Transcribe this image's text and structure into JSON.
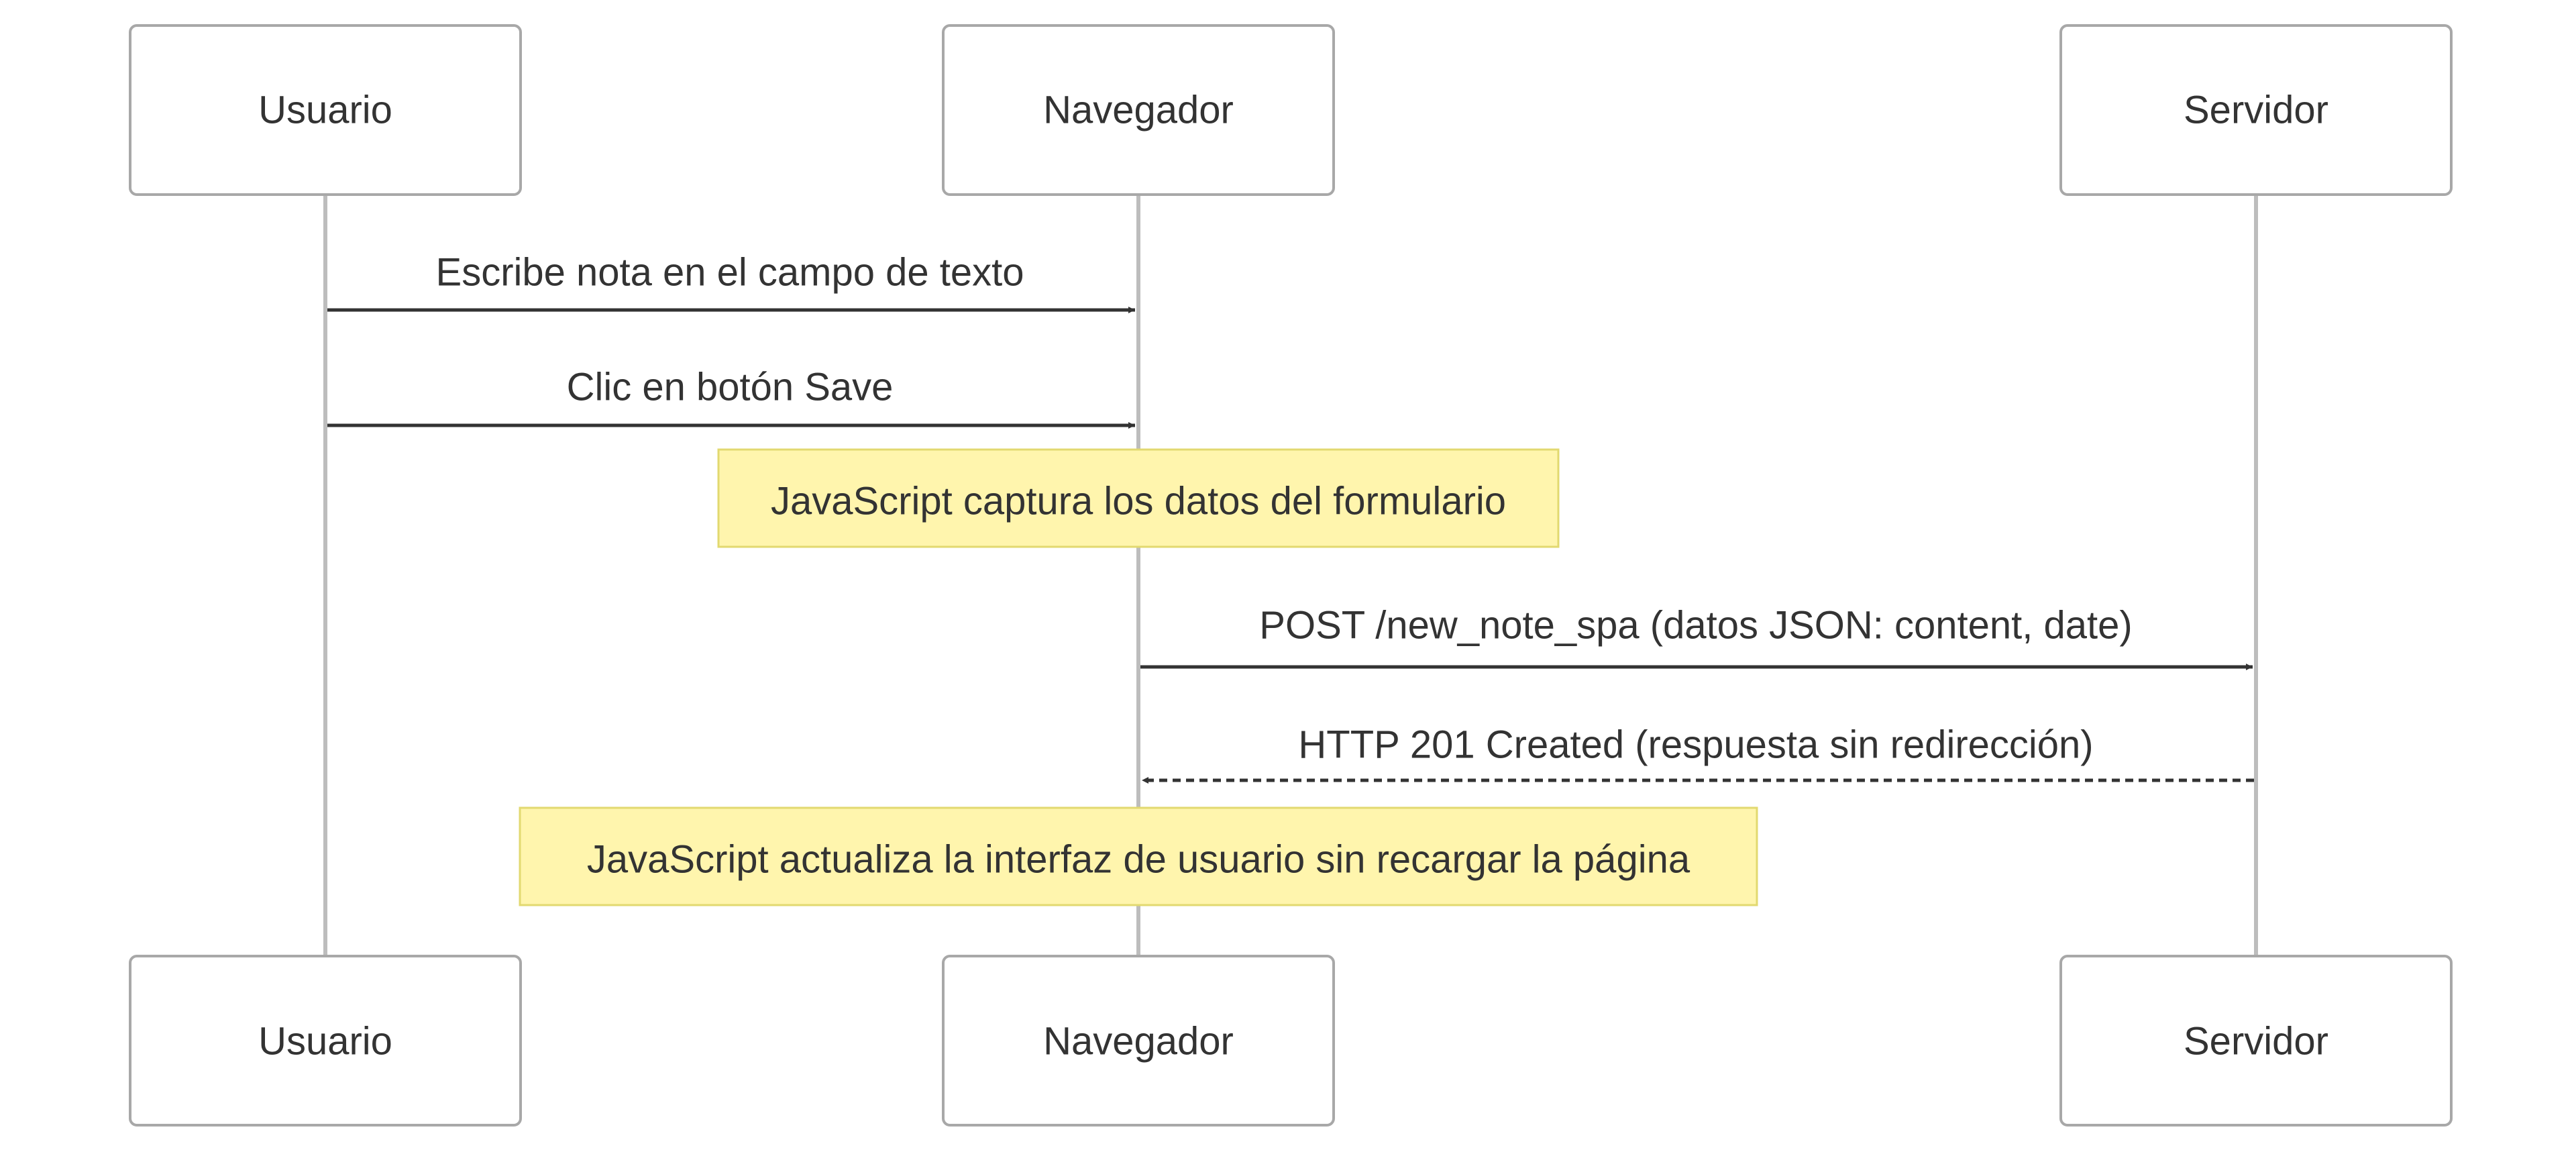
{
  "diagram": {
    "type": "sequence",
    "colors": {
      "background": "#ffffff",
      "participant_fill": "#ffffff",
      "participant_stroke": "#a8a8a8",
      "lifeline": "#bdbdbd",
      "arrow": "#333333",
      "text": "#333333",
      "note_fill": "#fff5ad",
      "note_stroke": "#e2d970"
    },
    "participants": [
      {
        "id": "usuario",
        "label": "Usuario"
      },
      {
        "id": "navegador",
        "label": "Navegador"
      },
      {
        "id": "servidor",
        "label": "Servidor"
      }
    ],
    "messages": [
      {
        "from": "usuario",
        "to": "navegador",
        "label": "Escribe nota en el campo de texto",
        "style": "solid"
      },
      {
        "from": "usuario",
        "to": "navegador",
        "label": "Clic en botón Save",
        "style": "solid"
      },
      {
        "note_over": "navegador",
        "label": "JavaScript captura los datos del formulario"
      },
      {
        "from": "navegador",
        "to": "servidor",
        "label": "POST /new_note_spa (datos JSON: content, date)",
        "style": "solid"
      },
      {
        "from": "servidor",
        "to": "navegador",
        "label": "HTTP 201 Created (respuesta sin redirección)",
        "style": "dashed"
      },
      {
        "note_over": "navegador",
        "label": "JavaScript actualiza la interfaz de usuario sin recargar la página"
      }
    ]
  }
}
